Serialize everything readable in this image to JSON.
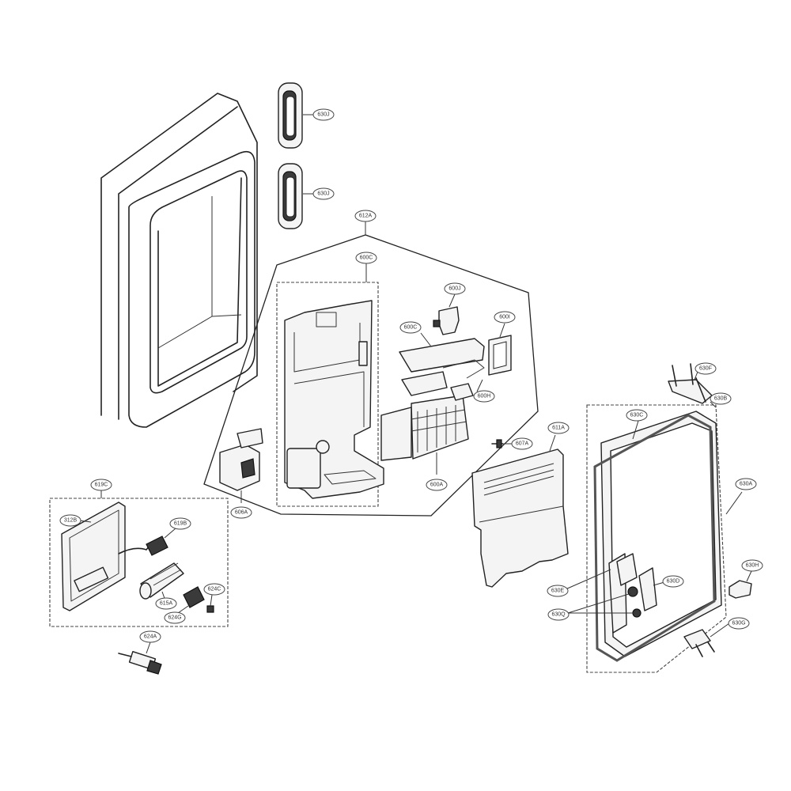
{
  "labels": {
    "l630J_a": "630J",
    "l630J_b": "630J",
    "l612A": "612A",
    "l600C_top": "600C",
    "l600J": "600J",
    "l600I": "600I",
    "l600C_mid": "600C",
    "l600H": "600H",
    "l600A": "600A",
    "l606A": "606A",
    "l607A": "607A",
    "l611A": "611A",
    "l630F": "630F",
    "l630B": "630B",
    "l630C": "630C",
    "l630A": "630A",
    "l630H": "630H",
    "l630D": "630D",
    "l630E": "630E",
    "l630Q": "630Q",
    "l630G": "630G",
    "l619C": "619C",
    "l312B": "312B",
    "l619B": "619B",
    "l624C": "624C",
    "l615A": "615A",
    "l624G": "624G",
    "l624A": "624A"
  }
}
